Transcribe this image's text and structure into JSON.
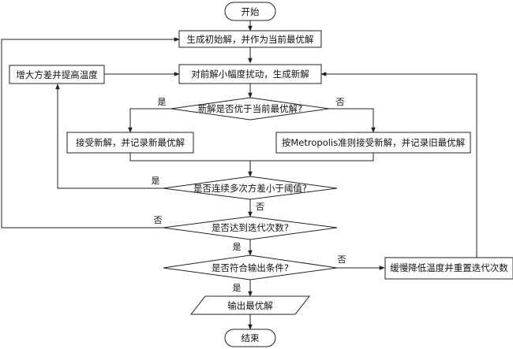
{
  "nodes": {
    "start": "开始",
    "init": "生成初始解，并作为当前最优解",
    "perturb": "对前解小幅度扰动，生成新解",
    "increase_var": "增大方差并提高温度",
    "better": "新解是否优于当前最优解?",
    "accept": "接受新解，并记录新最优解",
    "metropolis": "按Metropolis准则接受新解，并记录旧最优解",
    "variance": "是否连续多次方差小于阈值?",
    "iteration": "是否达到迭代次数?",
    "output_cond": "是否符合输出条件?",
    "cooling": "缓慢降低温度并重置迭代次数",
    "output": "输出最优解",
    "end": "结束"
  },
  "edges": {
    "better_yes": "是",
    "better_no": "否",
    "variance_yes": "是",
    "variance_no": "否",
    "iteration_no": "否",
    "iteration_yes": "是",
    "output_no": "否",
    "output_yes": "是"
  }
}
